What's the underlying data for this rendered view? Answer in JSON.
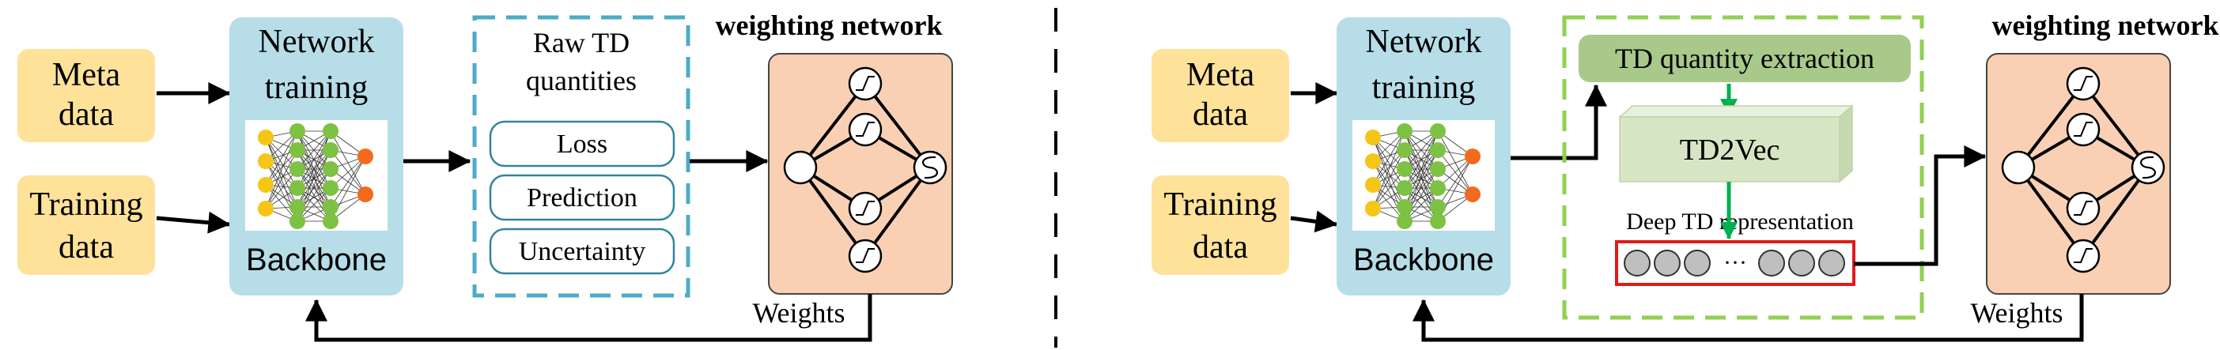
{
  "left": {
    "meta_data": [
      "Meta",
      "data"
    ],
    "training_data": [
      "Training",
      "data"
    ],
    "network_training": [
      "Network",
      "training"
    ],
    "backbone": "Backbone",
    "raw_td": [
      "Raw TD",
      "quantities"
    ],
    "quantities": [
      "Loss",
      "Prediction",
      "Uncertainty"
    ],
    "weighting_network": "weighting network",
    "weights": "Weights"
  },
  "right": {
    "meta_data": [
      "Meta",
      "data"
    ],
    "training_data": [
      "Training",
      "data"
    ],
    "network_training": [
      "Network",
      "training"
    ],
    "backbone": "Backbone",
    "td_extraction": "TD quantity extraction",
    "td2vec": "TD2Vec",
    "deep_td": "Deep TD representation",
    "ellipsis": "···",
    "weighting_network": "weighting network",
    "weights": "Weights"
  },
  "colors": {
    "input_box": "#FFE29A",
    "network_box": "#B7DDE8",
    "weighting_box": "#F9D0B4",
    "extraction_box": "#A9C98B",
    "td2vec_box": "#D6E6C4",
    "dashed_blue": "#4BACC6",
    "dashed_green": "#92D050",
    "red_border": "#E01A1A",
    "arrow_green": "#00B050",
    "node_yellow": "#F5C518",
    "node_green": "#7DC242",
    "node_orange": "#F26B1D"
  }
}
